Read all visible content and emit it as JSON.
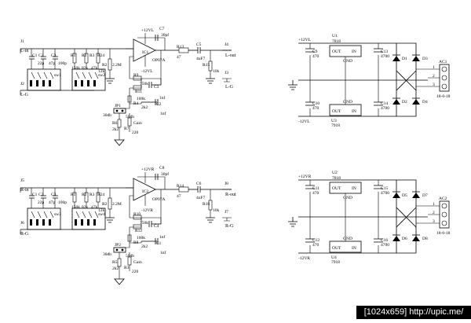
{
  "amp_channels": [
    {
      "id": "L",
      "input_conn": "J1",
      "input_label": "L-in",
      "ground_conn": "J2",
      "ground_label": "L-G",
      "cap_labels": [
        "C1",
        "C2",
        "C3"
      ],
      "cap_values": [
        "22p",
        "47p",
        "100p"
      ],
      "switch_cap": "sw1",
      "res_labels": [
        "R1",
        "R2",
        "R3"
      ],
      "res_values": [
        "150k",
        "82k",
        "47k"
      ],
      "res_right_labels": [
        "R24",
        "R2"
      ],
      "res_right_value": "12k",
      "switch_res": "sw2",
      "bias_label": "2.2M",
      "ic_label": "IC1",
      "ic_part": "OP07A",
      "vpos": "+12VL",
      "vneg": "-12VL",
      "fb_cap_label": "C7",
      "fb_cap_value": "30pf",
      "out_res_label": "R13",
      "out_res_value": "47",
      "coupling_cap_label": "C5",
      "coupling_cap_value": "4uF7",
      "load_res_label": "R15",
      "load_res_value": "10k",
      "output_conn": "J4",
      "output_label": "L-out",
      "out_ground_conn": "J3",
      "out_ground_label": "L-G",
      "rc_res_labels": [
        "R9",
        "R11",
        "R4"
      ],
      "rc_res_values": [
        "750k",
        "100k",
        "2k2"
      ],
      "rc_cap_labels": [
        "C3",
        "C2"
      ],
      "rc_cap_values": [
        "1nf",
        "1nf"
      ],
      "jumper_label": "JP1",
      "jumper_gain": "30db",
      "jumper_50": "50db",
      "gain_label": "Gain",
      "low_res_labels": [
        "R6",
        "R7"
      ],
      "low_res_values": [
        "2k2",
        "220"
      ]
    },
    {
      "id": "R",
      "input_conn": "J5",
      "input_label": "R-in",
      "ground_conn": "J6",
      "ground_label": "R-G",
      "cap_labels": [
        "C1",
        "C2",
        "C3"
      ],
      "cap_values": [
        "22p",
        "47p",
        "100p"
      ],
      "switch_cap": "sw3",
      "res_labels": [
        "R1",
        "R2",
        "R3"
      ],
      "res_values": [
        "150k",
        "82k",
        "47k"
      ],
      "res_right_labels": [
        "R24",
        "R2"
      ],
      "res_right_value": "12k",
      "switch_res": "sw4",
      "bias_label": "2.2M",
      "ic_label": "IC2",
      "ic_part": "OP07A",
      "vpos": "+12VR",
      "vneg": "-12VR",
      "fb_cap_label": "C8",
      "fb_cap_value": "30pf",
      "out_res_label": "R14",
      "out_res_value": "47",
      "coupling_cap_label": "C6",
      "coupling_cap_value": "4uF7",
      "load_res_label": "R16",
      "load_res_value": "10k",
      "output_conn": "J8",
      "output_label": "R-out",
      "out_ground_conn": "J7",
      "out_ground_label": "R-G",
      "rc_res_labels": [
        "R10",
        "R12",
        "R8"
      ],
      "rc_res_values": [
        "750k",
        "100k",
        "2k2"
      ],
      "rc_cap_labels": [
        "C4",
        "C1"
      ],
      "rc_cap_values": [
        "1nf",
        "1nf"
      ],
      "jumper_label": "JP2",
      "jumper_gain": "30db",
      "jumper_50": "50db",
      "gain_label": "Gain",
      "low_res_labels": [
        "R5",
        "R3"
      ],
      "low_res_values": [
        "2k2",
        "220"
      ]
    }
  ],
  "power_supplies": [
    {
      "id": "PSU1",
      "vpos": "+12VL",
      "vneg": "-12VL",
      "reg_pos_label": "U1",
      "reg_pos_part": "7818",
      "reg_neg_label": "U3",
      "reg_neg_part": "7918",
      "pin_out": "OUT",
      "pin_in": "IN",
      "pin_gnd": "GND",
      "cap_in_pos_label": "C9",
      "cap_in_pos_value": "470",
      "cap_in_neg_label": "C10",
      "cap_in_neg_value": "470",
      "cap_big_pos_label": "C13",
      "cap_big_pos_value": "4700",
      "cap_big_neg_label": "C14",
      "cap_big_neg_value": "4700",
      "diodes": [
        "D1",
        "D2",
        "D3",
        "D4"
      ],
      "conn_label": "AC1",
      "conn_value": "18-0-18",
      "pins": [
        "1",
        "2",
        "3"
      ]
    },
    {
      "id": "PSU2",
      "vpos": "+12VR",
      "vneg": "-12VR",
      "reg_pos_label": "U2",
      "reg_pos_part": "7818",
      "reg_neg_label": "U4",
      "reg_neg_part": "7918",
      "pin_out": "OUT",
      "pin_in": "IN",
      "pin_gnd": "GND",
      "cap_in_pos_label": "C11",
      "cap_in_pos_value": "470",
      "cap_in_neg_label": "C12",
      "cap_in_neg_value": "470",
      "cap_big_pos_label": "C15",
      "cap_big_pos_value": "4700",
      "cap_big_neg_label": "C16",
      "cap_big_neg_value": "4700",
      "diodes": [
        "D5",
        "D6",
        "D7",
        "D8"
      ],
      "conn_label": "AC2",
      "conn_value": "18-0-18",
      "pins": [
        "1",
        "2",
        "3"
      ]
    }
  ],
  "watermark": "[1024x659] http://upic.me/"
}
